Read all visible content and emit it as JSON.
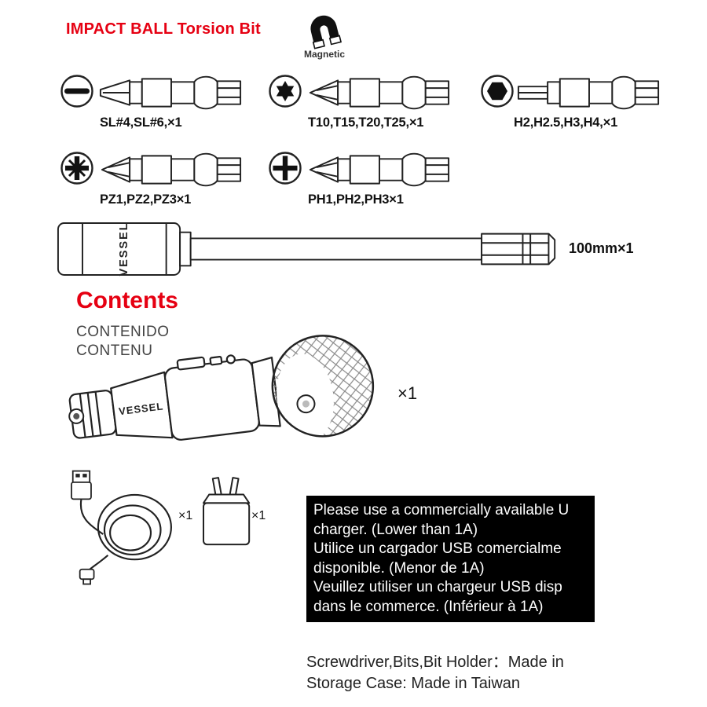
{
  "header": {
    "title": "IMPACT BALL Torsion Bit",
    "magnetic_label": "Magnetic"
  },
  "bits": [
    {
      "type": "slotted",
      "label": "SL#4,SL#6,×1"
    },
    {
      "type": "torx",
      "label": "T10,T15,T20,T25,×1"
    },
    {
      "type": "hex",
      "label": "H2,H2.5,H3,H4,×1"
    },
    {
      "type": "pozidriv",
      "label": "PZ1,PZ2,PZ3×1"
    },
    {
      "type": "phillips",
      "label": "PH1,PH2,PH3×1"
    }
  ],
  "bit_holder": {
    "brand": "VESSEL",
    "label": "100mm×1"
  },
  "contents": {
    "heading": "Contents",
    "subheading_es": "CONTENIDO",
    "subheading_fr": "CONTENU",
    "screwdriver_brand": "VESSEL",
    "screwdriver_qty": "×1",
    "usb_cable_qty": "×1",
    "charger_qty": "×1"
  },
  "notice": {
    "lines": [
      "Please use a commercially available U",
      "charger. (Lower than 1A)",
      "Utilice un cargador USB comercialme",
      "disponible. (Menor de 1A)",
      "Veuillez utiliser un chargeur USB disp",
      "dans le commerce. (Inférieur à 1A)"
    ]
  },
  "footer": {
    "line1": "Screwdriver,Bits,Bit Holder：Made in",
    "line2": "Storage Case: Made in Taiwan"
  },
  "colors": {
    "accent_red": "#e60012",
    "notice_bg": "#000000",
    "line_art": "#222222"
  }
}
